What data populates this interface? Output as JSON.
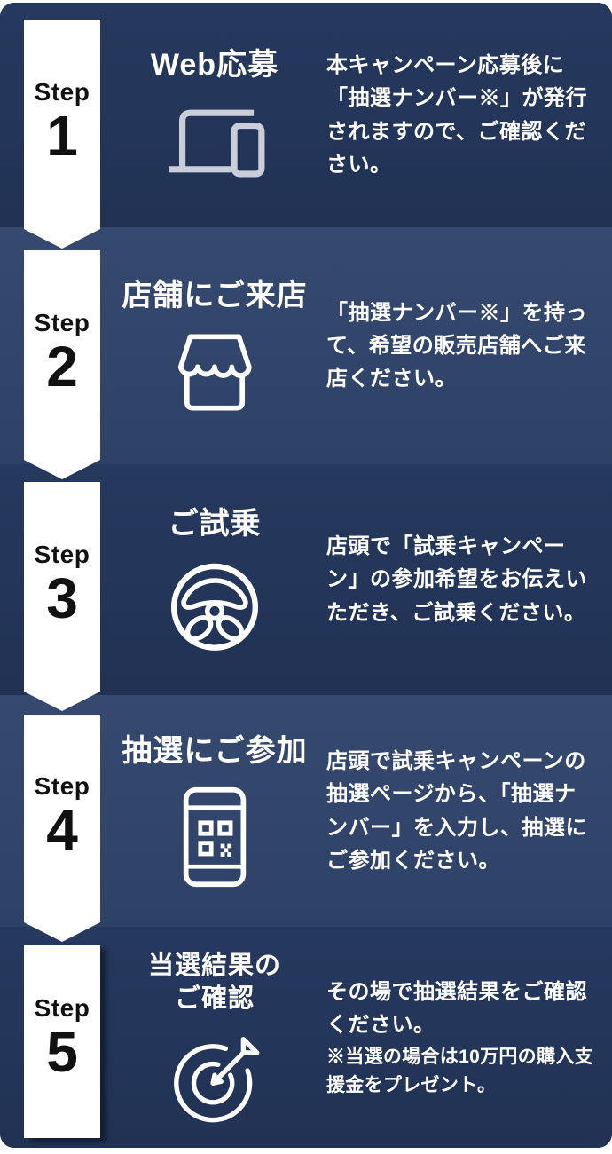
{
  "colors": {
    "section_dark": "#233457",
    "section_light": "#33476d",
    "ribbon_bg": "#ffffff",
    "ribbon_text": "#111111",
    "title_text": "#ffffff",
    "body_text": "#ffffff",
    "icon_gray": "#c9ceda",
    "icon_white": "#ffffff",
    "page_bg": "#ffffff"
  },
  "steps": [
    {
      "label": "Step",
      "number": "1",
      "title": "Web応募",
      "icon": "pc-smartphone-icon",
      "body": "本キャンペーン応募後に「抽選ナンバー※」が発行されますので、ご確認ください。"
    },
    {
      "label": "Step",
      "number": "2",
      "title": "店舗にご来店",
      "icon": "store-icon",
      "body": "「抽選ナンバー※」を持って、希望の販売店舗へご来店ください。"
    },
    {
      "label": "Step",
      "number": "3",
      "title": "ご試乗",
      "icon": "steering-wheel-icon",
      "body": "店頭で「試乗キャンペーン」の参加希望をお伝えいただき、ご試乗ください。"
    },
    {
      "label": "Step",
      "number": "4",
      "title": "抽選にご参加",
      "icon": "smartphone-qr-icon",
      "body": "店頭で試乗キャンペーンの抽選ページから、「抽選ナンバー」を入力し、抽選にご参加ください。"
    },
    {
      "label": "Step",
      "number": "5",
      "title": "当選結果の\nご確認",
      "icon": "dart-target-icon",
      "body": "その場で抽選結果をご確認ください。",
      "note": "※当選の場合は10万円の購入支援金をプレゼント。"
    }
  ]
}
